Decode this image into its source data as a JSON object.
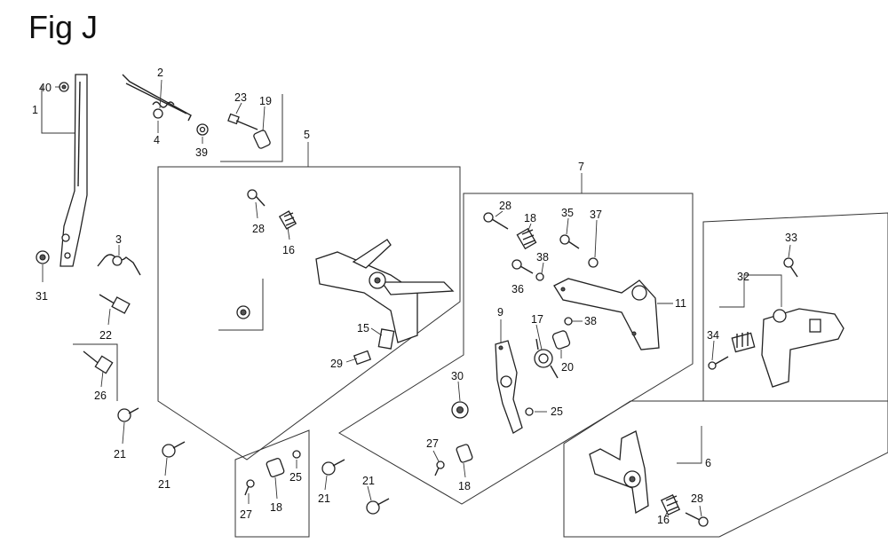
{
  "figure": {
    "title": "Fig J"
  },
  "callouts": [
    {
      "id": "c40",
      "text": "40"
    },
    {
      "id": "c1",
      "text": "1"
    },
    {
      "id": "c2",
      "text": "2"
    },
    {
      "id": "c4",
      "text": "4"
    },
    {
      "id": "c39",
      "text": "39"
    },
    {
      "id": "c23",
      "text": "23"
    },
    {
      "id": "c19",
      "text": "19"
    },
    {
      "id": "c5",
      "text": "5"
    },
    {
      "id": "c3",
      "text": "3"
    },
    {
      "id": "c31",
      "text": "31"
    },
    {
      "id": "c22",
      "text": "22"
    },
    {
      "id": "c26",
      "text": "26"
    },
    {
      "id": "c21a",
      "text": "21"
    },
    {
      "id": "c21b",
      "text": "21"
    },
    {
      "id": "c28a",
      "text": "28"
    },
    {
      "id": "c16a",
      "text": "16"
    },
    {
      "id": "c15",
      "text": "15"
    },
    {
      "id": "c29",
      "text": "29"
    },
    {
      "id": "c27a",
      "text": "27"
    },
    {
      "id": "c18a",
      "text": "18"
    },
    {
      "id": "c25a",
      "text": "25"
    },
    {
      "id": "c21c",
      "text": "21"
    },
    {
      "id": "c21d",
      "text": "21"
    },
    {
      "id": "c7",
      "text": "7"
    },
    {
      "id": "c28b",
      "text": "28"
    },
    {
      "id": "c18b",
      "text": "18"
    },
    {
      "id": "c35",
      "text": "35"
    },
    {
      "id": "c37",
      "text": "37"
    },
    {
      "id": "c38a",
      "text": "38"
    },
    {
      "id": "c36",
      "text": "36"
    },
    {
      "id": "c11",
      "text": "11"
    },
    {
      "id": "c9",
      "text": "9"
    },
    {
      "id": "c17",
      "text": "17"
    },
    {
      "id": "c38b",
      "text": "38"
    },
    {
      "id": "c20",
      "text": "20"
    },
    {
      "id": "c30",
      "text": "30"
    },
    {
      "id": "c25b",
      "text": "25"
    },
    {
      "id": "c27b",
      "text": "27"
    },
    {
      "id": "c18c",
      "text": "18"
    },
    {
      "id": "c33",
      "text": "33"
    },
    {
      "id": "c32",
      "text": "32"
    },
    {
      "id": "c34",
      "text": "34"
    },
    {
      "id": "c6",
      "text": "6"
    },
    {
      "id": "c16b",
      "text": "16"
    },
    {
      "id": "c28c",
      "text": "28"
    }
  ]
}
